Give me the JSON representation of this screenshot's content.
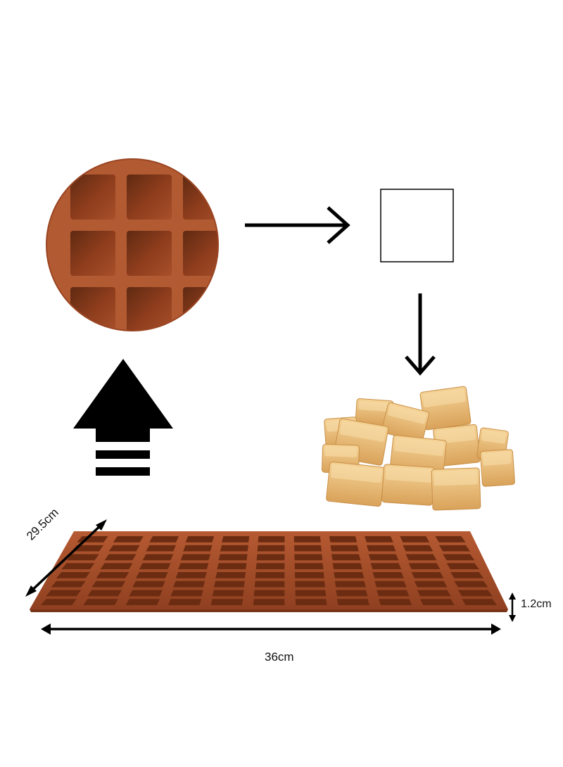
{
  "dimensions": {
    "depth_label": "29.5cm",
    "height_label": "1.2cm",
    "width_label": "36cm"
  },
  "mold": {
    "rows": 8,
    "columns": 11
  },
  "colors": {
    "silicone": "#a94f2a",
    "silicone_dark": "#7a3418",
    "caramel": "#e8b46a",
    "caramel_light": "#f3cf8c",
    "ink": "#000000"
  },
  "icons": {
    "closeup": "mold-closeup-icon",
    "arrow_right": "arrow-right-icon",
    "square": "square-outline-icon",
    "arrow_down": "arrow-down-icon",
    "candies": "caramel-cubes-icon",
    "arrow_up": "arrow-up-icon",
    "tray": "silicone-mold-tray-icon"
  }
}
